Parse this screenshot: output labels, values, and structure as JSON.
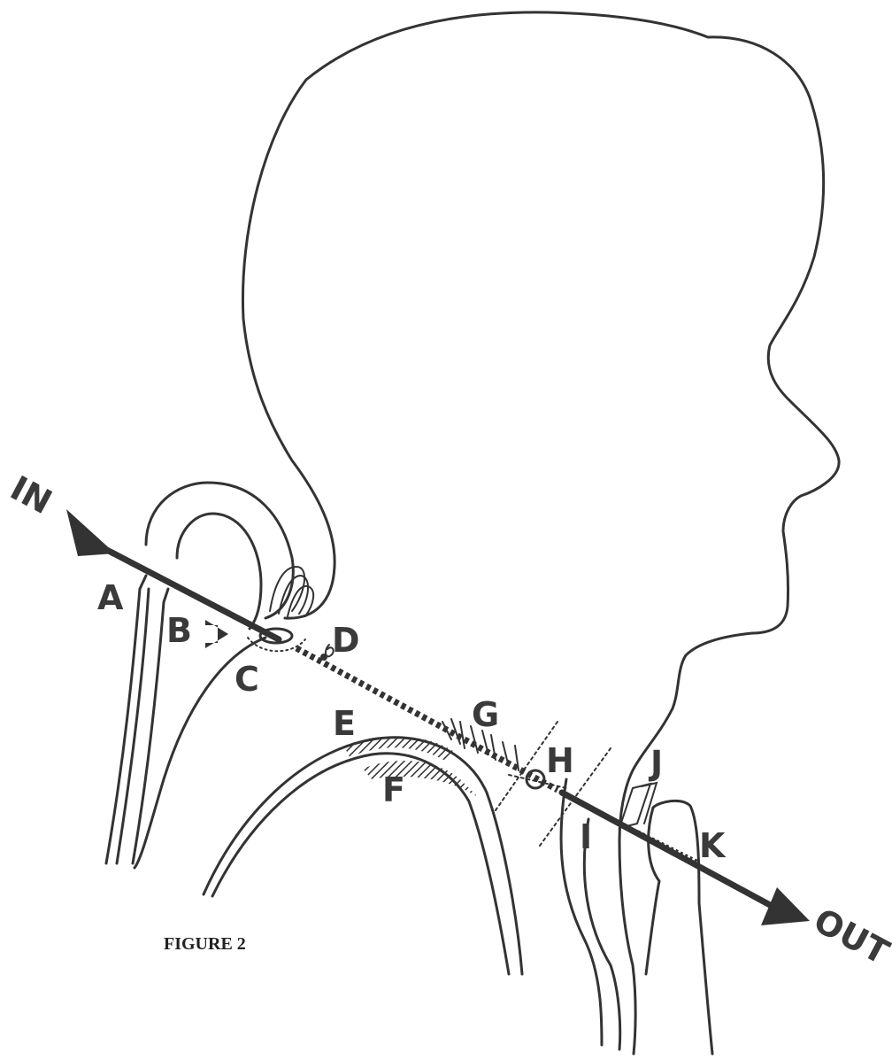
{
  "figure": {
    "caption": "FIGURE 2",
    "in_label": "IN",
    "out_label": "OUT",
    "point_labels": [
      "A",
      "B",
      "C",
      "D",
      "E",
      "F",
      "G",
      "H",
      "I",
      "J",
      "K"
    ]
  },
  "colors": {
    "ink": "#333333",
    "background": "#ffffff"
  }
}
